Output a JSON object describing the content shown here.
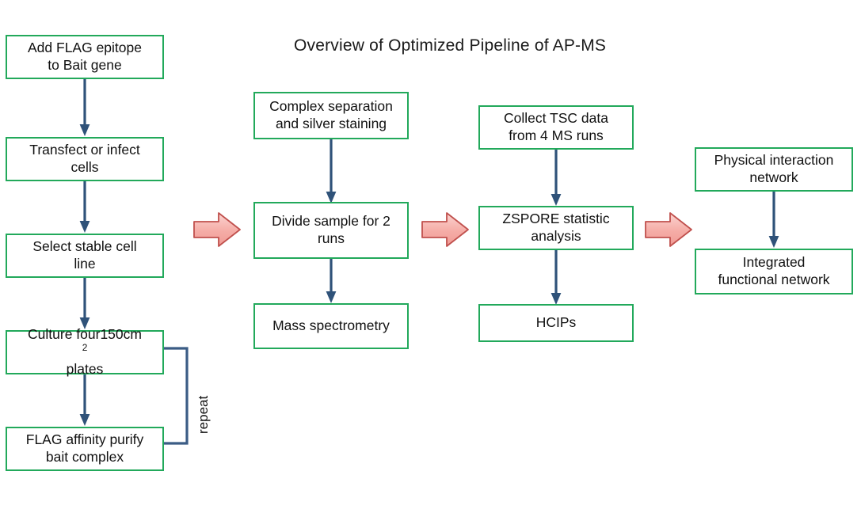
{
  "figure": {
    "title": "Overview of Optimized Pipeline of AP-MS",
    "type": "flowchart",
    "colors": {
      "node_border": "#22a95b",
      "node_fill": "#ffffff",
      "connector_arrow": "#2f5279",
      "stage_arrow_fill": "#f7b3ae",
      "stage_arrow_stroke": "#c0504d",
      "text": "#111111"
    }
  },
  "columns": [
    {
      "id": "column-1",
      "name": "sample-preparation",
      "nodes": [
        {
          "id": "node-add-flag",
          "lines": [
            "Add FLAG epitope",
            "to Bait gene"
          ]
        },
        {
          "id": "node-transfect",
          "lines": [
            "Transfect or infect",
            "cells"
          ]
        },
        {
          "id": "node-select-stable",
          "lines": [
            "Select stable cell",
            "line"
          ]
        },
        {
          "id": "node-culture-plates",
          "lines": [
            "Culture four150cm",
            "plates"
          ],
          "superscript": "2"
        },
        {
          "id": "node-flag-purify",
          "lines": [
            "FLAG affinity purify",
            "bait complex"
          ]
        }
      ],
      "loop_label": "repeat"
    },
    {
      "id": "column-2",
      "name": "separation-and-ms",
      "nodes": [
        {
          "id": "node-complex-separation",
          "lines": [
            "Complex separation",
            "and silver staining"
          ]
        },
        {
          "id": "node-divide-sample",
          "lines": [
            "Divide sample for 2",
            "runs"
          ]
        },
        {
          "id": "node-mass-spectrometry",
          "lines": [
            "Mass spectrometry"
          ]
        }
      ]
    },
    {
      "id": "column-3",
      "name": "data-analysis",
      "nodes": [
        {
          "id": "node-collect-tsc",
          "lines": [
            "Collect TSC data",
            "from 4 MS runs"
          ]
        },
        {
          "id": "node-zspore",
          "lines": [
            "ZSPORE statistic",
            "analysis"
          ]
        },
        {
          "id": "node-hcips",
          "lines": [
            "HCIPs"
          ]
        }
      ]
    },
    {
      "id": "column-4",
      "name": "networks",
      "nodes": [
        {
          "id": "node-physical-network",
          "lines": [
            "Physical interaction",
            "network"
          ]
        },
        {
          "id": "node-integrated-network",
          "lines": [
            "Integrated",
            "functional network"
          ]
        }
      ]
    }
  ],
  "nodes": {
    "add_flag": {
      "line1": "Add FLAG epitope",
      "line2": "to Bait gene"
    },
    "transfect": {
      "line1": "Transfect or infect",
      "line2": "cells"
    },
    "select_stable": {
      "line1": "Select stable cell",
      "line2": "line"
    },
    "culture_plates": {
      "line1a": "Culture four150cm",
      "line1sup": "2",
      "line2": "plates"
    },
    "flag_purify": {
      "line1": "FLAG affinity purify",
      "line2": "bait complex"
    },
    "complex_separation": {
      "line1": "Complex separation",
      "line2": "and silver staining"
    },
    "divide_sample": {
      "line1": "Divide sample for 2",
      "line2": "runs"
    },
    "mass_spectrometry": {
      "line1": "Mass spectrometry"
    },
    "collect_tsc": {
      "line1": "Collect TSC data",
      "line2": "from 4 MS runs"
    },
    "zspore": {
      "line1": "ZSPORE statistic",
      "line2": "analysis"
    },
    "hcips": {
      "line1": "HCIPs"
    },
    "physical_network": {
      "line1": "Physical interaction",
      "line2": "network"
    },
    "integrated_network": {
      "line1": "Integrated",
      "line2": "functional network"
    }
  },
  "labels": {
    "repeat": "repeat"
  }
}
